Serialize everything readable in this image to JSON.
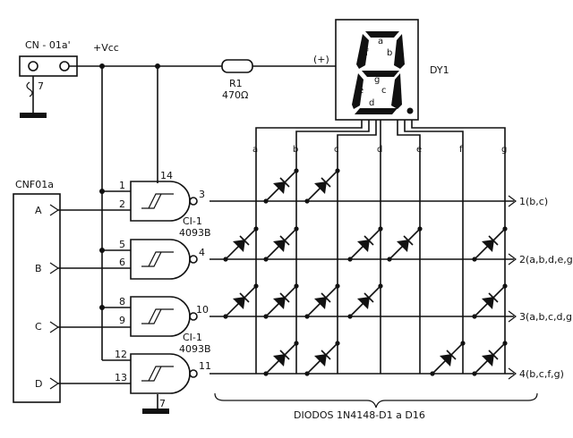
{
  "connector_top": {
    "label": "CN - 01a'",
    "vcc": "+Vcc",
    "pin": "7"
  },
  "resistor": {
    "name": "R1",
    "value": "470Ω"
  },
  "display": {
    "name": "DY1",
    "polarity": "(+)",
    "segments": [
      "a",
      "b",
      "c",
      "d",
      "e",
      "f",
      "g"
    ]
  },
  "connector_left": {
    "label": "CNF01a",
    "inputs": [
      "A",
      "B",
      "C",
      "D"
    ]
  },
  "ics": [
    {
      "name": "CI-1",
      "part": "4093B"
    },
    {
      "name": "CI-1",
      "part": "4093B"
    }
  ],
  "pins": {
    "vdd": "14",
    "gnd": "7",
    "g1": [
      "1",
      "2",
      "3"
    ],
    "g2": [
      "5",
      "6",
      "4"
    ],
    "g3": [
      "8",
      "9",
      "10"
    ],
    "g4": [
      "12",
      "13",
      "11"
    ]
  },
  "outputs": [
    "1(b,c)",
    "2(a,b,d,e,g)",
    "3(a,b,c,d,g)",
    "4(b,c,f,g)"
  ],
  "diodes_label": "DIODOS 1N4148-D1 a D16"
}
